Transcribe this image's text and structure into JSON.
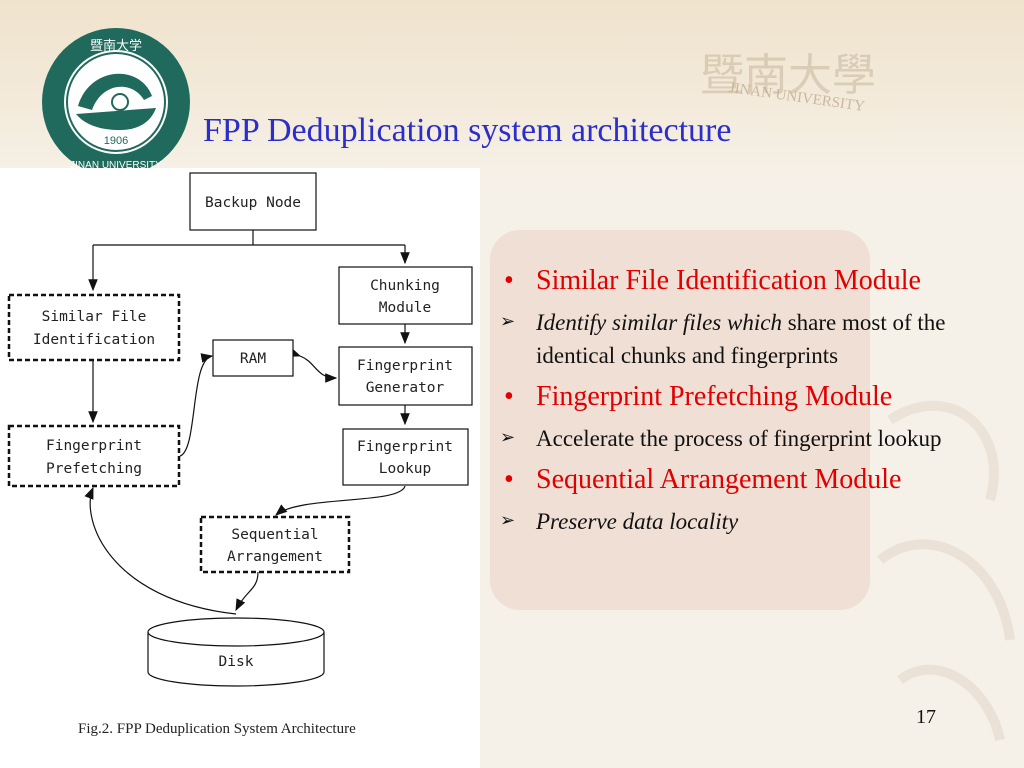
{
  "slide": {
    "title": "FPP Deduplication system architecture",
    "page_number": "17"
  },
  "logo": {
    "year": "1906",
    "name": "JINAN UNIVERSITY",
    "chinese": "暨南大学",
    "color": "#1f6a5c"
  },
  "watermark": {
    "english": "JINAN UNIVERSITY",
    "chinese": "暨南大學"
  },
  "diagram": {
    "caption": "Fig.2. FPP Deduplication System Architecture",
    "nodes": {
      "backup_node": "Backup Node",
      "chunking_line1": "Chunking",
      "chunking_line2": "Module",
      "similar_line1": "Similar File",
      "similar_line2": "Identification",
      "ram": "RAM",
      "fp_gen_line1": "Fingerprint",
      "fp_gen_line2": "Generator",
      "fp_prefetch_line1": "Fingerprint",
      "fp_prefetch_line2": "Prefetching",
      "fp_lookup_line1": "Fingerprint",
      "fp_lookup_line2": "Lookup",
      "seq_line1": "Sequential",
      "seq_line2": "Arrangement",
      "disk": "Disk"
    }
  },
  "bullets": [
    {
      "heading": "Similar File Identification Module",
      "detail_italic": "Identify similar files which",
      "detail_rest": " share most of the identical chunks and fingerprints"
    },
    {
      "heading": "Fingerprint Prefetching Module",
      "detail_italic": "",
      "detail_rest": "Accelerate the process of fingerprint lookup"
    },
    {
      "heading": "Sequential Arrangement Module",
      "detail_italic": "Preserve data locality",
      "detail_rest": ""
    }
  ],
  "colors": {
    "title": "#2b2ecb",
    "bullet_heading": "#e00000",
    "accent_red": "#d3402e"
  }
}
